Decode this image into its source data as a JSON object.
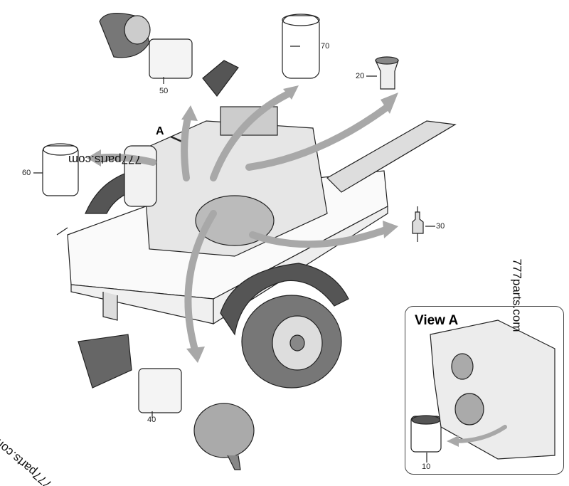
{
  "diagram": {
    "callouts": [
      "50",
      "70",
      "20",
      "60",
      "30",
      "40",
      "10"
    ],
    "view_marker": "A",
    "inset_title": "View A",
    "watermark": "777parts.com",
    "arrow_color": "#a8a8a8",
    "line_color": "#222222"
  }
}
